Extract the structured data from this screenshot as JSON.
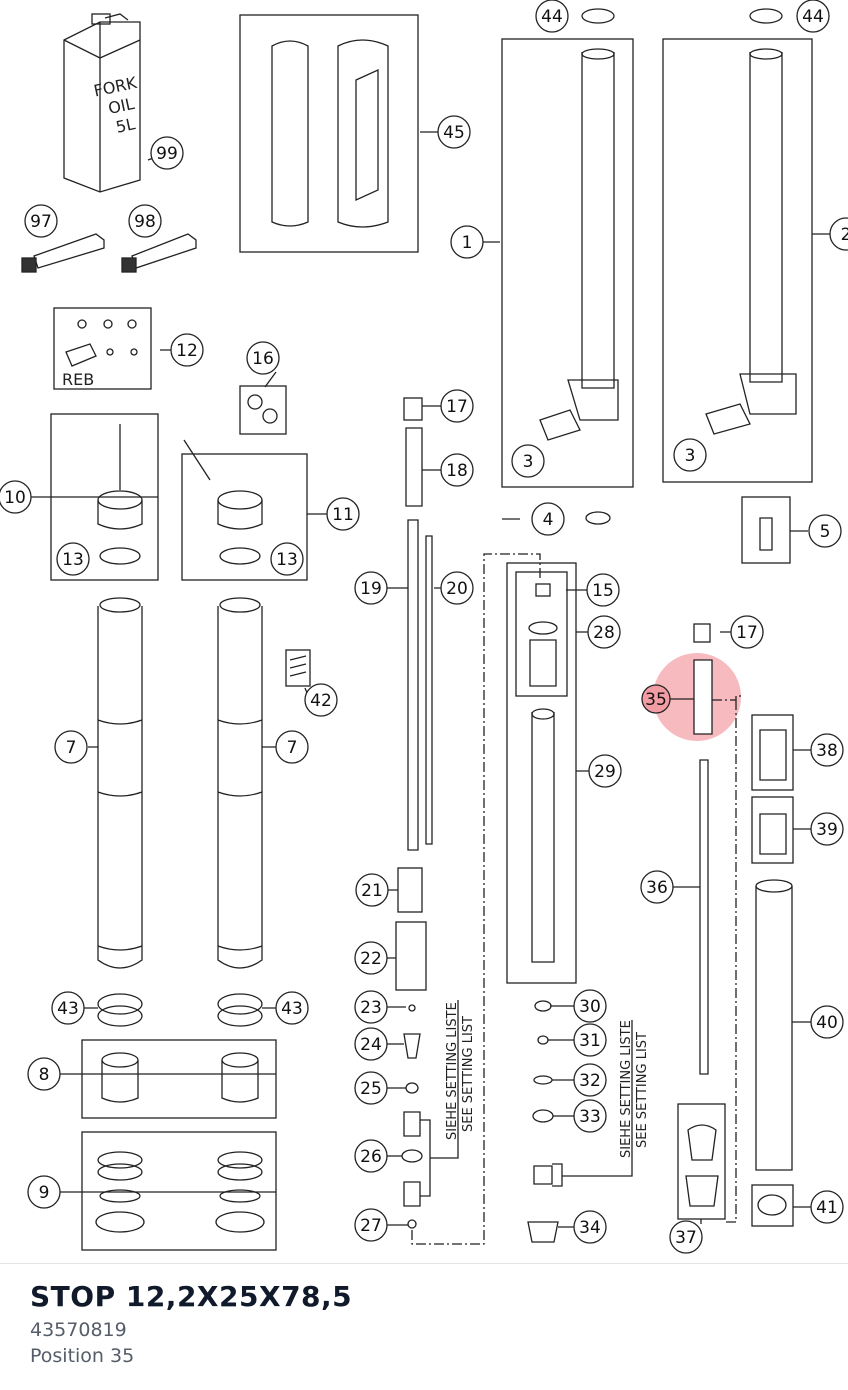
{
  "part": {
    "title": "STOP 12,2X25X78,5",
    "number": "43570819",
    "position": "Position 35"
  },
  "diagram": {
    "highlight_color": "#f4a3a8",
    "callouts": [
      "1",
      "2",
      "3",
      "3",
      "4",
      "5",
      "7",
      "7",
      "8",
      "9",
      "10",
      "11",
      "12",
      "13",
      "13",
      "15",
      "16",
      "17",
      "17",
      "18",
      "19",
      "20",
      "21",
      "22",
      "23",
      "24",
      "25",
      "26",
      "27",
      "28",
      "29",
      "30",
      "31",
      "32",
      "33",
      "34",
      "35",
      "36",
      "37",
      "38",
      "39",
      "40",
      "41",
      "42",
      "43",
      "43",
      "44",
      "44",
      "45",
      "97",
      "98",
      "99"
    ],
    "labels": {
      "fork_oil": [
        "FORK",
        "OIL",
        "5L"
      ],
      "reb": "REB",
      "setting_list_a": [
        "SIEHE SETTING LISTE",
        "SEE SETTING LIST"
      ],
      "setting_list_b": [
        "SIEHE SETTING LISTE",
        "SEE SETTING LIST"
      ]
    }
  }
}
